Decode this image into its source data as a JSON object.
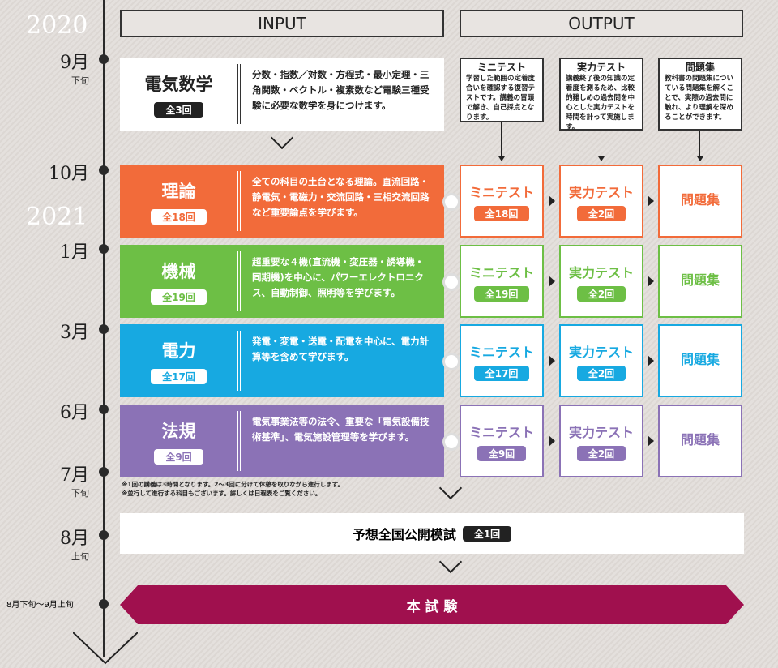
{
  "timeline": {
    "years": [
      "2020",
      "2021"
    ],
    "months": [
      {
        "label": "9月",
        "sub": "下旬"
      },
      {
        "label": "10月",
        "sub": ""
      },
      {
        "label": "1月",
        "sub": ""
      },
      {
        "label": "3月",
        "sub": ""
      },
      {
        "label": "6月",
        "sub": ""
      },
      {
        "label": "7月",
        "sub": "下旬"
      },
      {
        "label": "8月",
        "sub": "上旬"
      },
      {
        "label": "8月下旬～9月上旬",
        "sub": ""
      }
    ]
  },
  "headers": {
    "input": "INPUT",
    "output": "OUTPUT"
  },
  "intro": {
    "title": "電気数学",
    "count": "全3回",
    "desc": "分数・指数／対数・方程式・最小定理・三角関数・ベクトル・複素数など電験三種受験に必要な数学を身につけます。"
  },
  "explain": [
    {
      "title": "ミニテスト",
      "text": "学習した範囲の定着度合いを確認する復習テストです。講義の冒頭で解き、自己採点となります。"
    },
    {
      "title": "実力テスト",
      "text": "講義終了後の知識の定着度を測るため、比較的難しめの過去問を中心とした実力テストを時間を計って実施します。"
    },
    {
      "title": "問題集",
      "text": "教科書の問題集についている問題集を解くことで、実際の過去問に触れ、より理解を深めることができます。"
    }
  ],
  "subjects": [
    {
      "title": "理論",
      "count": "全18回",
      "desc": "全ての科目の土台となる理論。直流回路・静電気・電磁力・交流回路・三相交流回路など重要論点を学びます。",
      "mini": "ミニテスト",
      "mini_count": "全18回",
      "jitsu": "実力テスト",
      "jitsu_count": "全2回",
      "mondai": "問題集",
      "color": "#f26b3a"
    },
    {
      "title": "機械",
      "count": "全19回",
      "desc": "超重要な４機(直流機・変圧器・誘導機・同期機)を中心に、パワーエレクトロニクス、自動制御、照明等を学びます。",
      "mini": "ミニテスト",
      "mini_count": "全19回",
      "jitsu": "実力テスト",
      "jitsu_count": "全2回",
      "mondai": "問題集",
      "color": "#6dbf45"
    },
    {
      "title": "電力",
      "count": "全17回",
      "desc": "発電・変電・送電・配電を中心に、電力計算等を含めて学びます。",
      "mini": "ミニテスト",
      "mini_count": "全17回",
      "jitsu": "実力テスト",
      "jitsu_count": "全2回",
      "mondai": "問題集",
      "color": "#17a9e1"
    },
    {
      "title": "法規",
      "count": "全9回",
      "desc": "電気事業法等の法令、重要な「電気設備技術基準」、電気施設管理等を学びます。",
      "mini": "ミニテスト",
      "mini_count": "全9回",
      "jitsu": "実力テスト",
      "jitsu_count": "全2回",
      "mondai": "問題集",
      "color": "#8b72b6"
    }
  ],
  "notes": [
    "※1回の講義は3時間となります。2～3回に分けて休憩を取りながら進行します。",
    "※並行して進行する科目もございます。詳しくは日程表をご覧ください。"
  ],
  "mock": {
    "title": "予想全国公開模試",
    "count": "全1回"
  },
  "exam": {
    "title": "本 試 験",
    "color": "#a0104e"
  }
}
